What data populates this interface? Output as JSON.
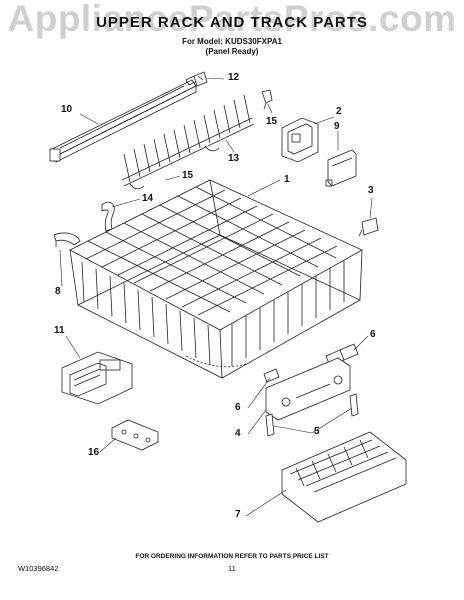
{
  "watermark": "AppliancePartsPros.com",
  "header": {
    "title": "UPPER RACK AND TRACK PARTS",
    "model_line": "For Model: KUDS30FXPA1",
    "variant_line": "(Panel Ready)"
  },
  "callouts": [
    "1",
    "2",
    "3",
    "4",
    "5",
    "6",
    "6",
    "7",
    "8",
    "9",
    "10",
    "11",
    "12",
    "13",
    "14",
    "15",
    "15",
    "16"
  ],
  "footer": {
    "ordering_note": "FOR ORDERING INFORMATION REFER TO PARTS PRICE LIST",
    "part_number": "W10396842",
    "page_number": "11"
  }
}
